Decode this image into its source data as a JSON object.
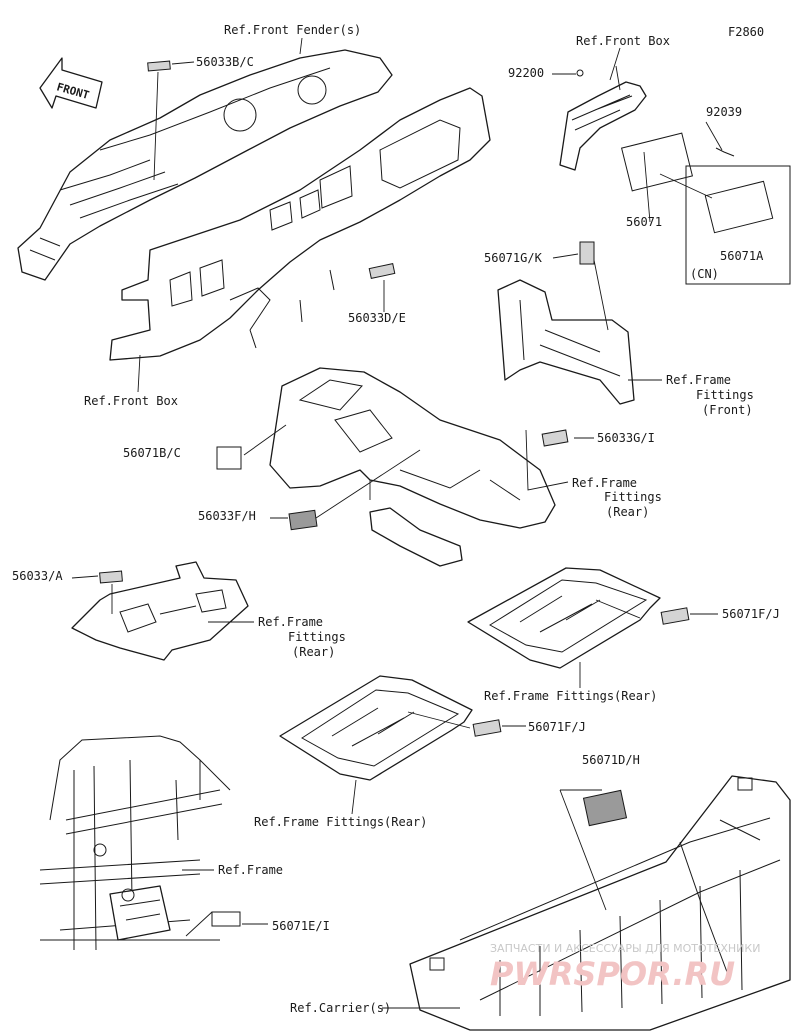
{
  "diagram_id": "F2860",
  "front_arrow": "FRONT",
  "callouts": {
    "ref_front_fenders": "Ref.Front Fender(s)",
    "p56033BC": "56033B/C",
    "ref_front_box_top": "Ref.Front Box",
    "p92200": "92200",
    "p92039": "92039",
    "p56071": "56071",
    "p56071A": "56071A",
    "cn": "(CN)",
    "p56071GK": "56071G/K",
    "p56033DE": "56033D/E",
    "ref_front_box_bottom": "Ref.Front Box",
    "ref_frame_fittings_front": [
      "Ref.Frame",
      "Fittings",
      "(Front)"
    ],
    "p56033GI": "56033G/I",
    "p56071BC": "56071B/C",
    "ref_frame_fittings_rear_console": [
      "Ref.Frame",
      "Fittings",
      "(Rear)"
    ],
    "p56033FH": "56033F/H",
    "p56033A": "56033/A",
    "ref_frame_fittings_rear_plate": [
      "Ref.Frame",
      "Fittings",
      "(Rear)"
    ],
    "p56071FJ_a": "56071F/J",
    "ref_frame_fittings_rear_a": "Ref.Frame Fittings(Rear)",
    "p56071FJ_b": "56071F/J",
    "ref_frame_fittings_rear_b": "Ref.Frame Fittings(Rear)",
    "p56071DH": "56071D/H",
    "ref_frame": "Ref.Frame",
    "p56071EI": "56071E/I",
    "ref_carriers": "Ref.Carrier(s)"
  },
  "watermark": {
    "line1": "ЗАПЧАСТИ И АКСЕССУАРЫ ДЛЯ МОТОТЕХНИКИ",
    "line2": "PWRSPOR.RU"
  }
}
